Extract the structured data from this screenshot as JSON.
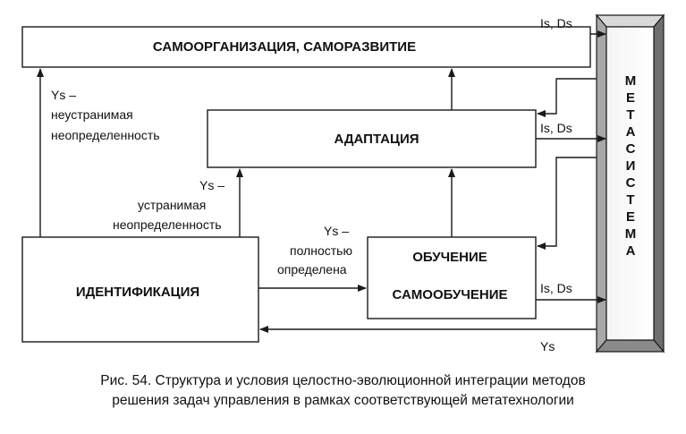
{
  "boxes": {
    "self_org": "САМООРГАНИЗАЦИЯ, САМОРАЗВИТИЕ",
    "adaptation": "АДАПТАЦИЯ",
    "learning_line1": "ОБУЧЕНИЕ",
    "learning_line2": "САМООБУЧЕНИЕ",
    "identification": "ИДЕНТИФИКАЦИЯ",
    "metasystem_letters": [
      "М",
      "Е",
      "Т",
      "А",
      "С",
      "И",
      "С",
      "Т",
      "Е",
      "М",
      "А"
    ]
  },
  "labels": {
    "is_ds_top": "Is, Ds",
    "is_ds_mid": "Is, Ds",
    "is_ds_low": "Is, Ds",
    "ys_bottom": "Ys",
    "ys_irremovable_1": "Ys –",
    "ys_irremovable_2": "неустранимая",
    "ys_irremovable_3": "неопределенность",
    "ys_removable_1": "Ys –",
    "ys_removable_2": "устранимая",
    "ys_removable_3": "неопределенность",
    "ys_defined_1": "Ys –",
    "ys_defined_2": "полностью",
    "ys_defined_3": "определена"
  },
  "caption": {
    "line1": "Рис. 54. Структура и условия целостно-эволюционной интеграции методов",
    "line2": "решения задач управления в рамках соответствующей метатехнологии"
  }
}
